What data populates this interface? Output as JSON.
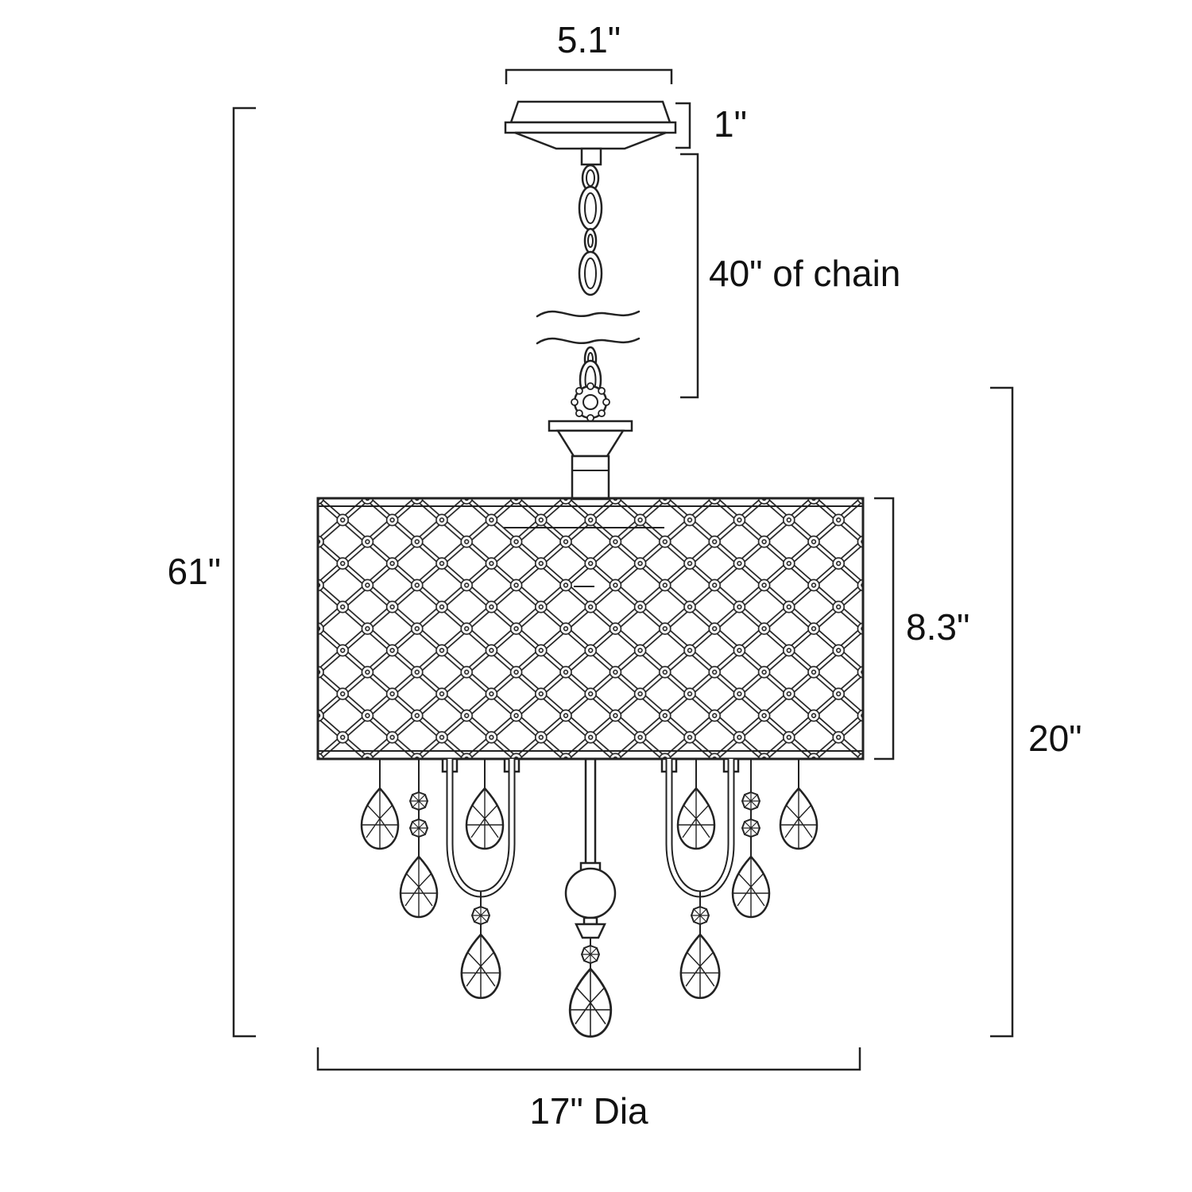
{
  "diagram": {
    "kind": "product-dimension-drawing",
    "subject": "drum-shade crystal chandelier",
    "colors": {
      "line": "#222222",
      "background": "#ffffff"
    },
    "labels": {
      "canopy_width": "5.1\"",
      "canopy_height": "1\"",
      "chain_length": "40\" of chain",
      "overall_height": "61\"",
      "shade_height": "8.3\"",
      "body_height": "20\"",
      "diameter": "17\" Dia"
    }
  }
}
